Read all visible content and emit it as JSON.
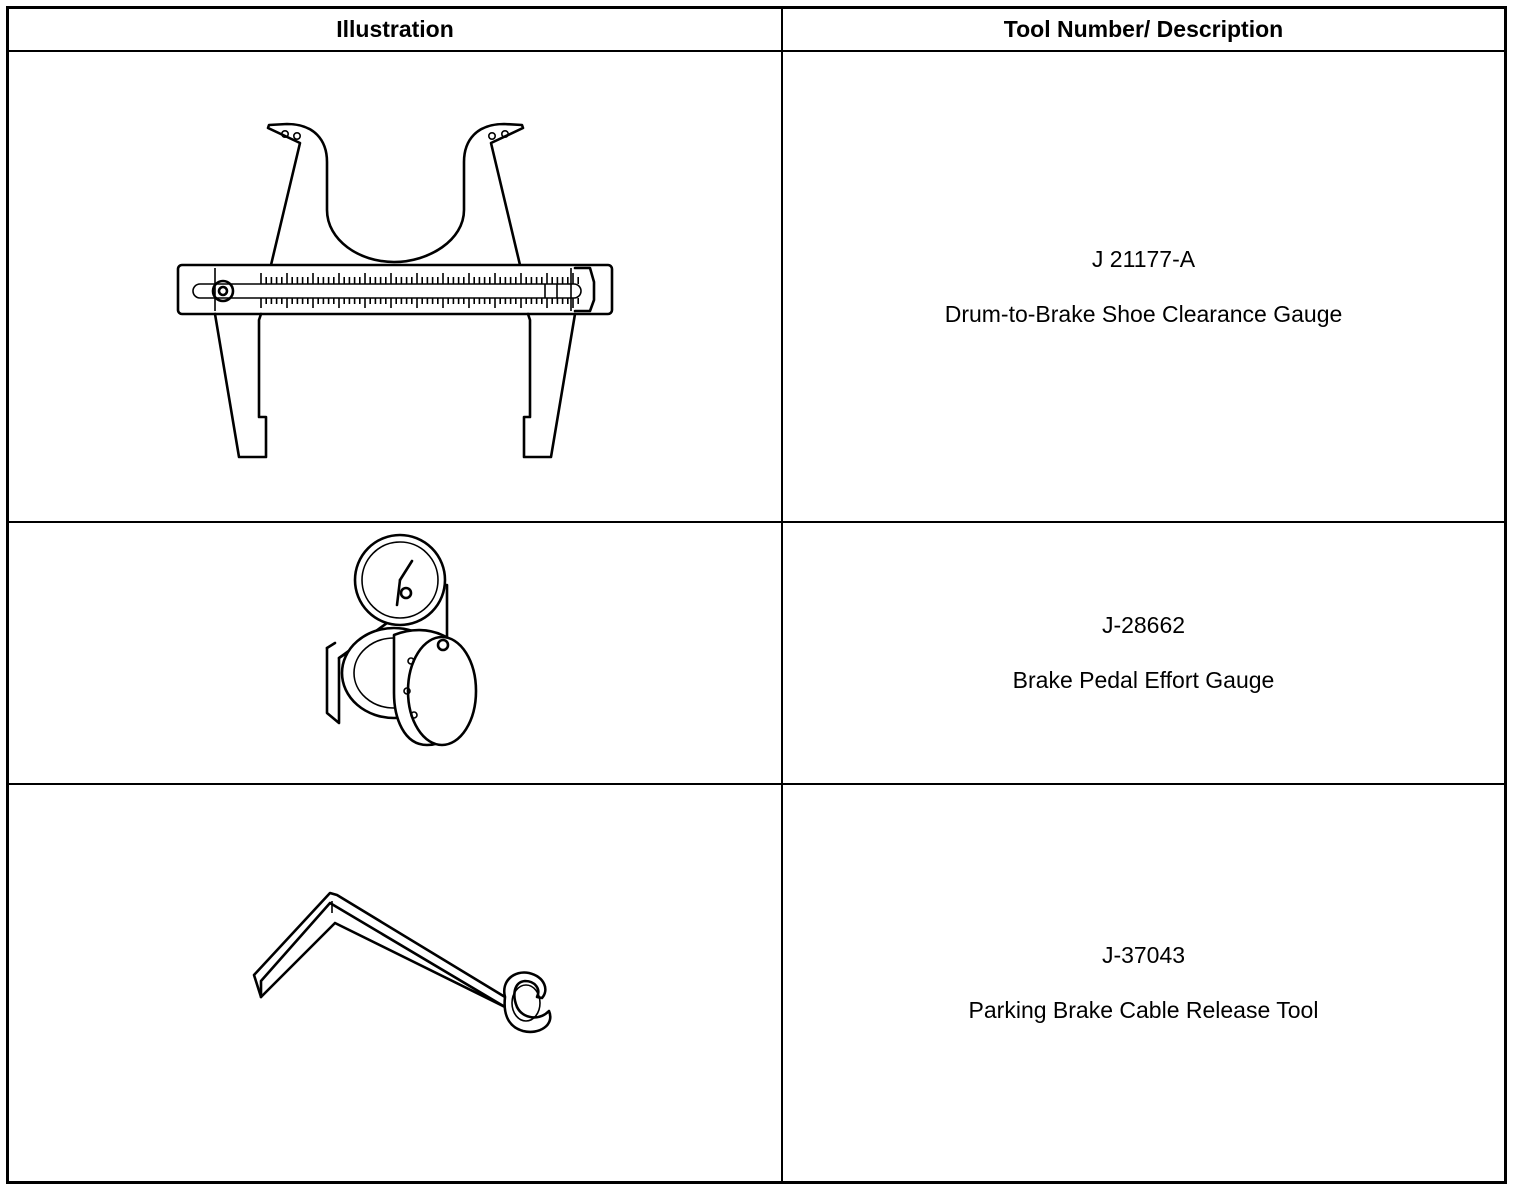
{
  "header": {
    "illustration": "Illustration",
    "description": "Tool Number/ Description"
  },
  "rows": [
    {
      "tool_number": "J 21177-A",
      "description": "Drum-to-Brake Shoe Clearance Gauge",
      "icon": "caliper-gauge-icon"
    },
    {
      "tool_number": "J-28662",
      "description": "Brake Pedal Effort Gauge",
      "icon": "pedal-effort-gauge-icon"
    },
    {
      "tool_number": "J-37043",
      "description": "Parking Brake Cable Release Tool",
      "icon": "cable-release-tool-icon"
    }
  ]
}
